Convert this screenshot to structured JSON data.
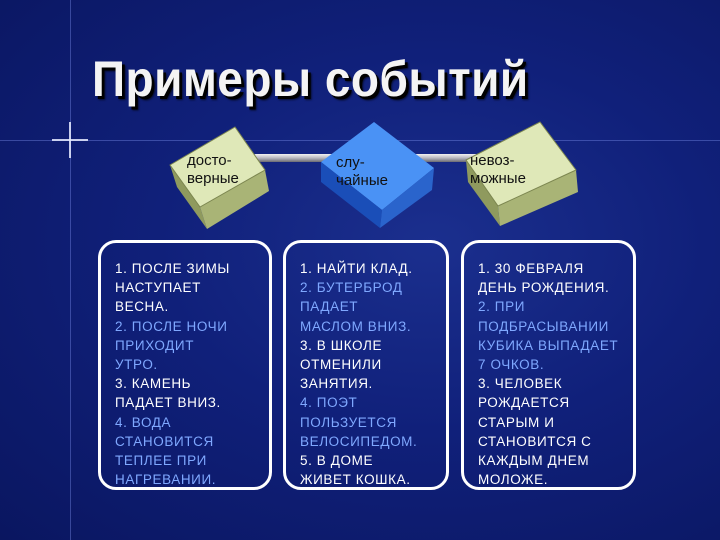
{
  "title": "Примеры событий",
  "colors": {
    "background": "#10207a",
    "cube_side": "#c8d59a",
    "cube_center": "#2f7ae8",
    "text_white": "#ffffff",
    "text_blue": "#7fa8ff"
  },
  "categories": [
    {
      "line1": "досто-",
      "line2": "верные"
    },
    {
      "line1": "слу-",
      "line2": "чайные"
    },
    {
      "line1": "невоз-",
      "line2": "можные"
    }
  ],
  "panels": [
    {
      "items": [
        {
          "lines": [
            "1. После зимы",
            "наступает",
            "весна."
          ]
        },
        {
          "lines": [
            "2. После ночи",
            "приходит",
            "утро."
          ]
        },
        {
          "lines": [
            "3. Камень",
            "падает вниз."
          ]
        },
        {
          "lines": [
            "4. Вода",
            "становится",
            "теплее при",
            "нагревании."
          ]
        }
      ]
    },
    {
      "items": [
        {
          "lines": [
            "1. Найти клад."
          ]
        },
        {
          "lines": [
            "2. Бутерброд",
            "падает",
            "маслом вниз."
          ]
        },
        {
          "lines": [
            "3. В школе",
            "отменили",
            "занятия."
          ]
        },
        {
          "lines": [
            "4. Поэт",
            "пользуется",
            "велосипедом."
          ]
        },
        {
          "lines": [
            "5. В доме",
            "живет кошка."
          ]
        }
      ]
    },
    {
      "items": [
        {
          "lines": [
            "1. 30 февраля",
            "день рождения."
          ]
        },
        {
          "lines": [
            "2. При",
            "подбрасывании",
            "кубика выпадает",
            " 7 очков."
          ]
        },
        {
          "lines": [
            "3. Человек",
            "рождается",
            "старым и",
            "становится с",
            "каждым днем",
            "моложе."
          ]
        }
      ]
    }
  ]
}
